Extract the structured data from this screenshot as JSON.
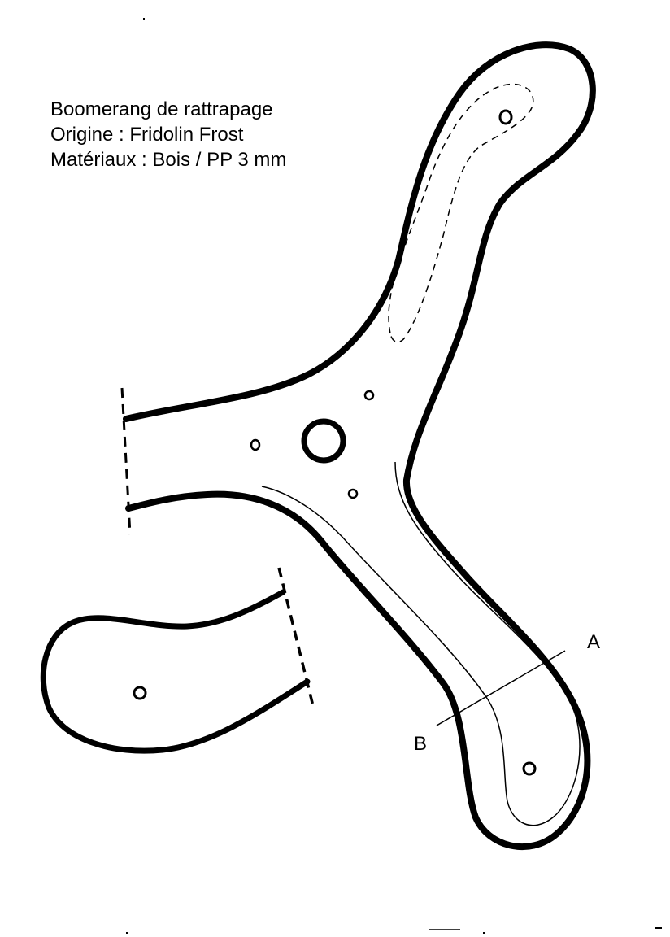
{
  "info": {
    "title": "Boomerang de rattrapage",
    "origin": "Origine : Fridolin Frost",
    "materials": "Matériaux : Bois / PP 3 mm"
  },
  "section_labels": {
    "a": "A",
    "b": "B"
  },
  "colors": {
    "ink": "#000000",
    "paper": "#ffffff"
  }
}
